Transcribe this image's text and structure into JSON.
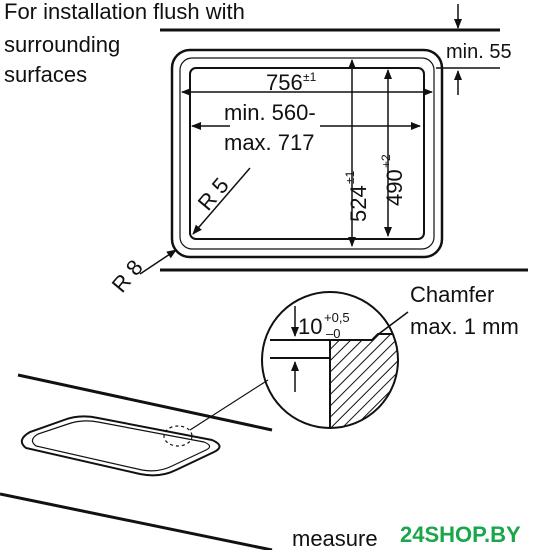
{
  "heading": {
    "line1": "For installation flush with",
    "line2": "surrounding",
    "line3": "surfaces"
  },
  "dimensions": {
    "min_edge": "min. 55",
    "width_main": "756",
    "width_tol": "±1",
    "inner_width_line1": "min. 560-",
    "inner_width_line2": "max. 717",
    "depth_main": "524",
    "depth_tol": "±1",
    "inner_depth_main": "490",
    "inner_depth_tol": "+2",
    "radius_inner": "R 5",
    "radius_outer": "R 8"
  },
  "detail": {
    "thickness_main": "10",
    "tol_upper": "+0,5",
    "tol_lower": "–0",
    "chamfer_line1": "Chamfer",
    "chamfer_line2": "max. 1 mm"
  },
  "footer": {
    "measure_label": "measure",
    "watermark": "24SHOP.BY"
  }
}
